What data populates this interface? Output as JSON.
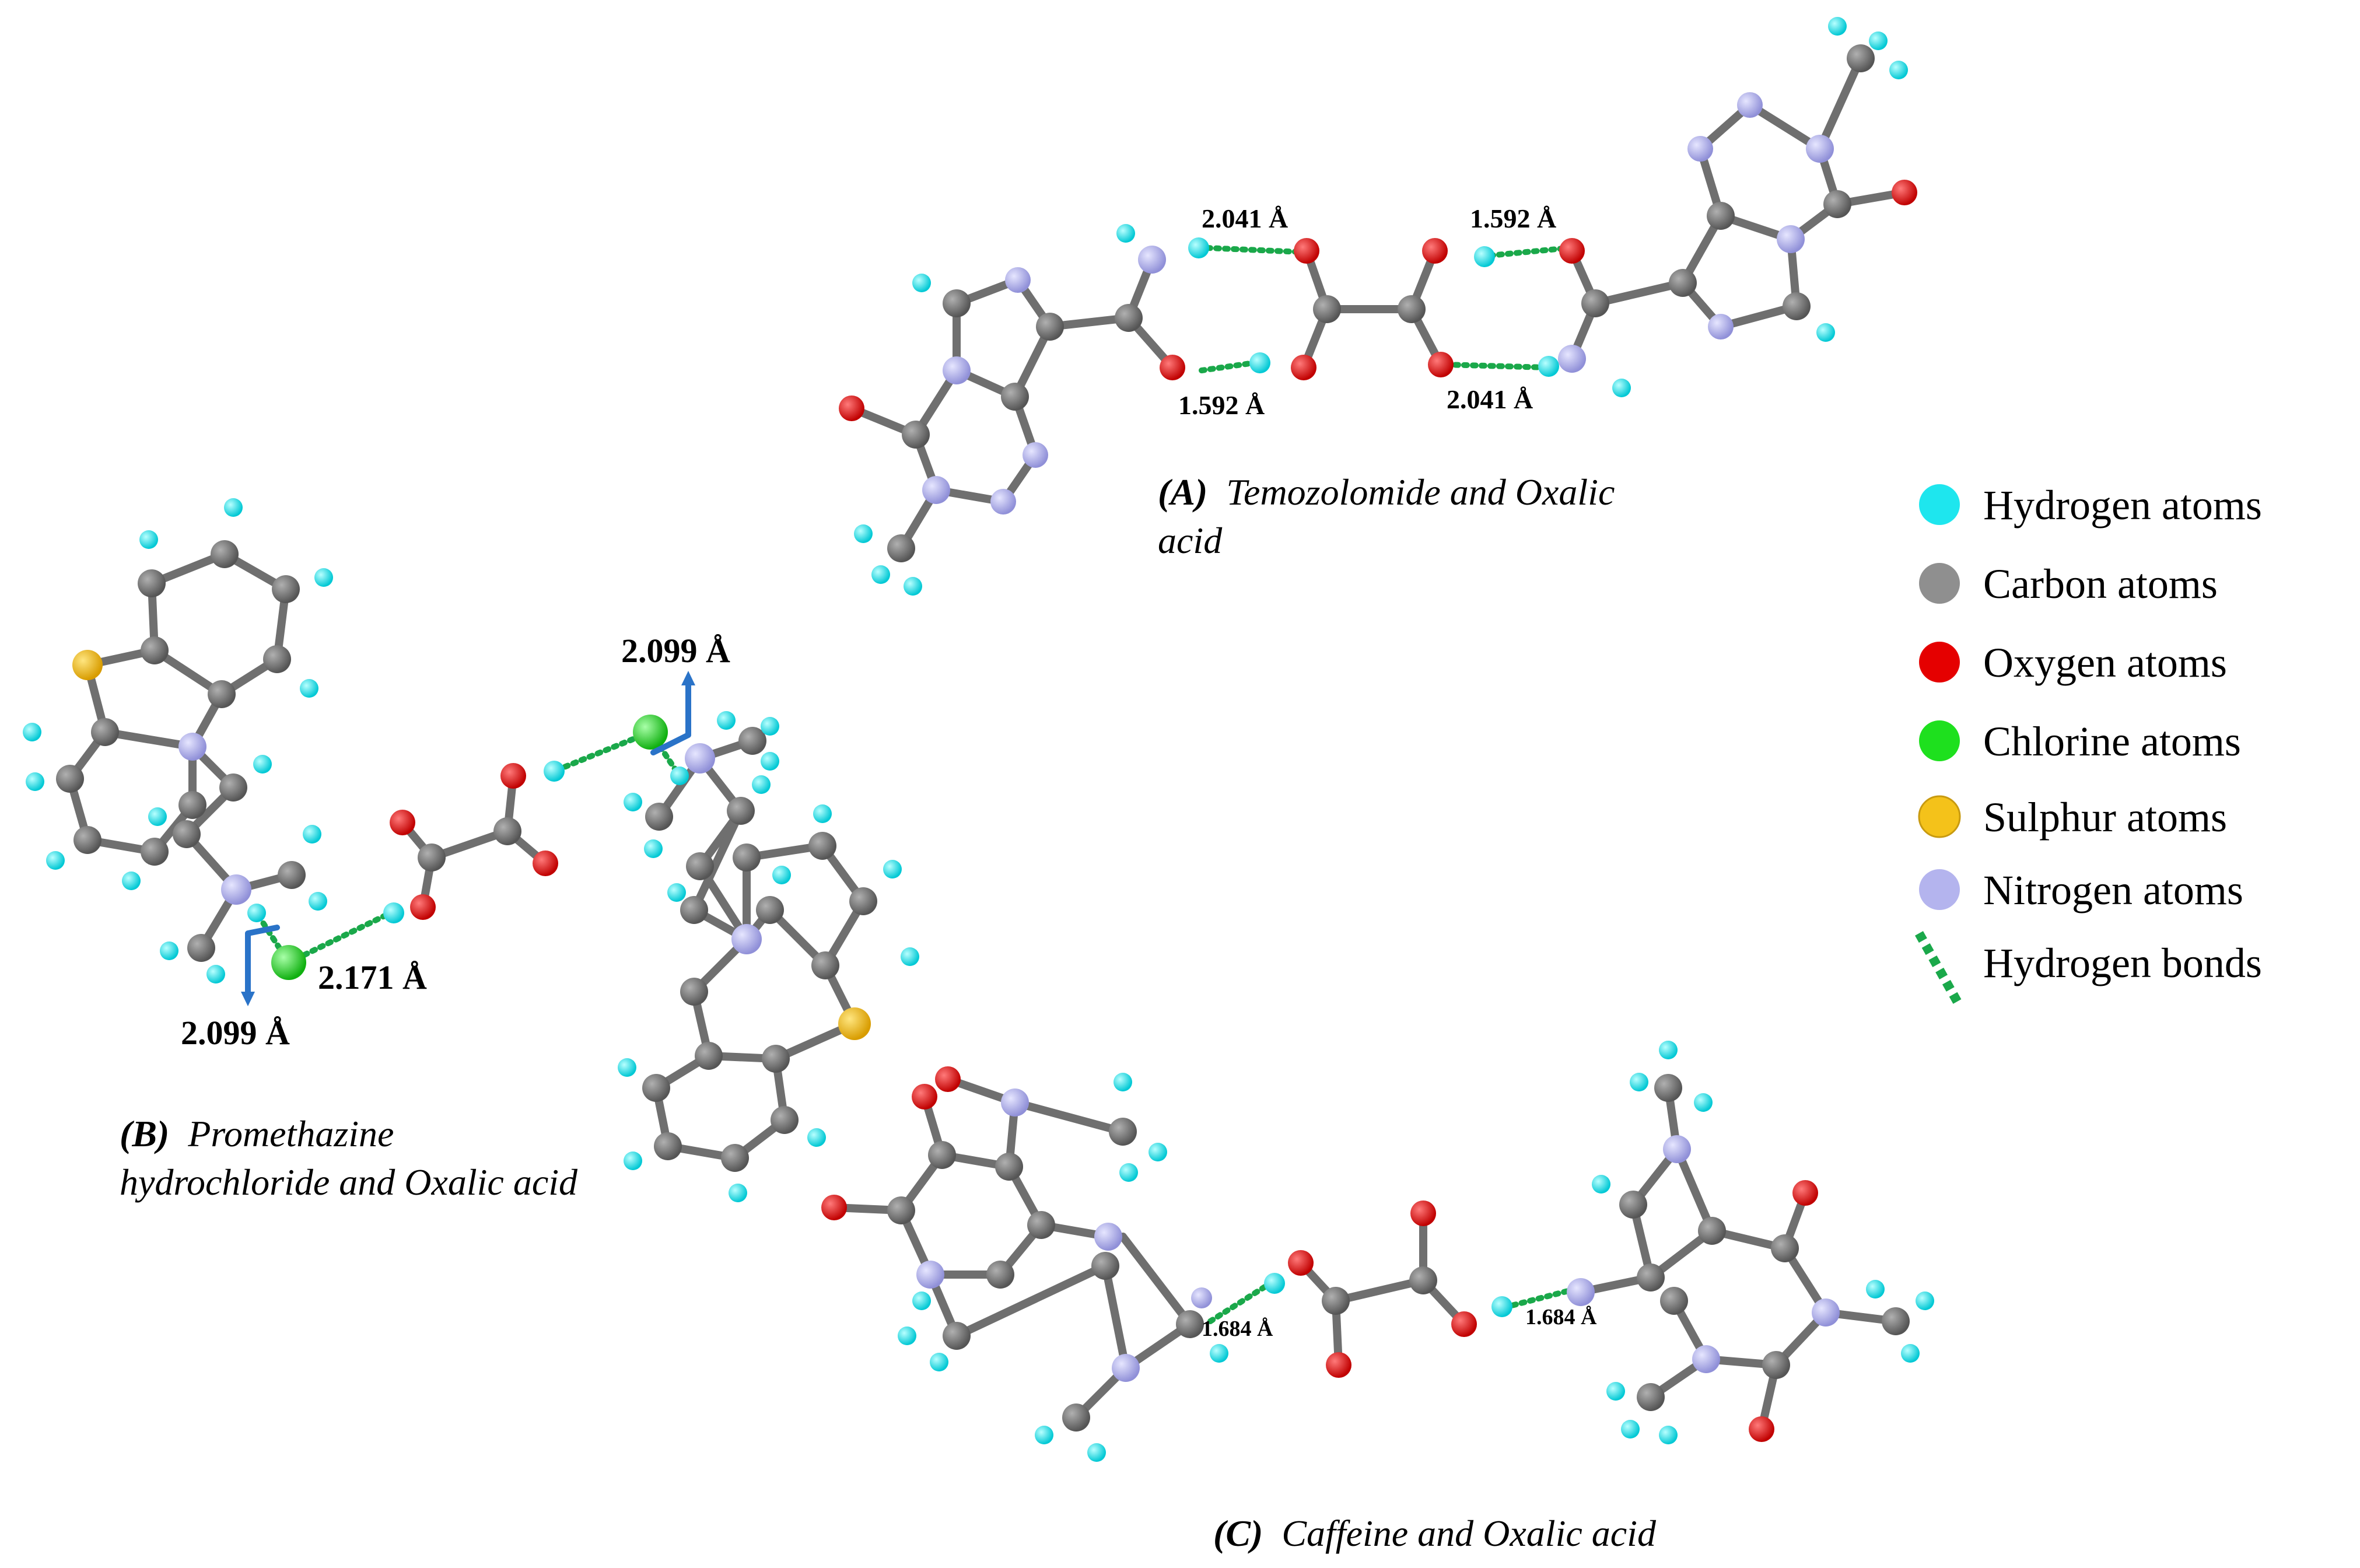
{
  "colors": {
    "hydrogen": "#1ee6ee",
    "carbon": "#6f6f6f",
    "oxygen": "#e50000",
    "chlorine": "#1ee01e",
    "sulphur": "#f4c21a",
    "nitrogen": "#b4b4ee",
    "hbond": "#1aa84a",
    "arrow": "#2a73c8"
  },
  "panels": {
    "A": {
      "label": "(A)",
      "title_line1": "Temozolomide and Oxalic",
      "title_line2": "acid",
      "distances": [
        "2.041 Å",
        "1.592 Å",
        "1.592 Å",
        "2.041 Å"
      ]
    },
    "B": {
      "label": "(B)",
      "title_line1": "Promethazine",
      "title_line2": "hydrochloride and Oxalic acid",
      "distances": [
        "2.099 Å",
        "2.171 Å",
        "2.099 Å"
      ]
    },
    "C": {
      "label": "(C)",
      "title_line1": "Caffeine and Oxalic acid",
      "distances": [
        "1.684 Å",
        "1.684 Å"
      ]
    }
  },
  "legend": [
    {
      "label": "Hydrogen atoms",
      "icon": "hydrogen-atom-icon"
    },
    {
      "label": "Carbon atoms",
      "icon": "carbon-atom-icon"
    },
    {
      "label": "Oxygen atoms",
      "icon": "oxygen-atom-icon"
    },
    {
      "label": "Chlorine atoms",
      "icon": "chlorine-atom-icon"
    },
    {
      "label": "Sulphur atoms",
      "icon": "sulphur-atom-icon"
    },
    {
      "label": "Nitrogen atoms",
      "icon": "nitrogen-atom-icon"
    },
    {
      "label": "Hydrogen bonds",
      "icon": "hydrogen-bond-icon"
    }
  ]
}
